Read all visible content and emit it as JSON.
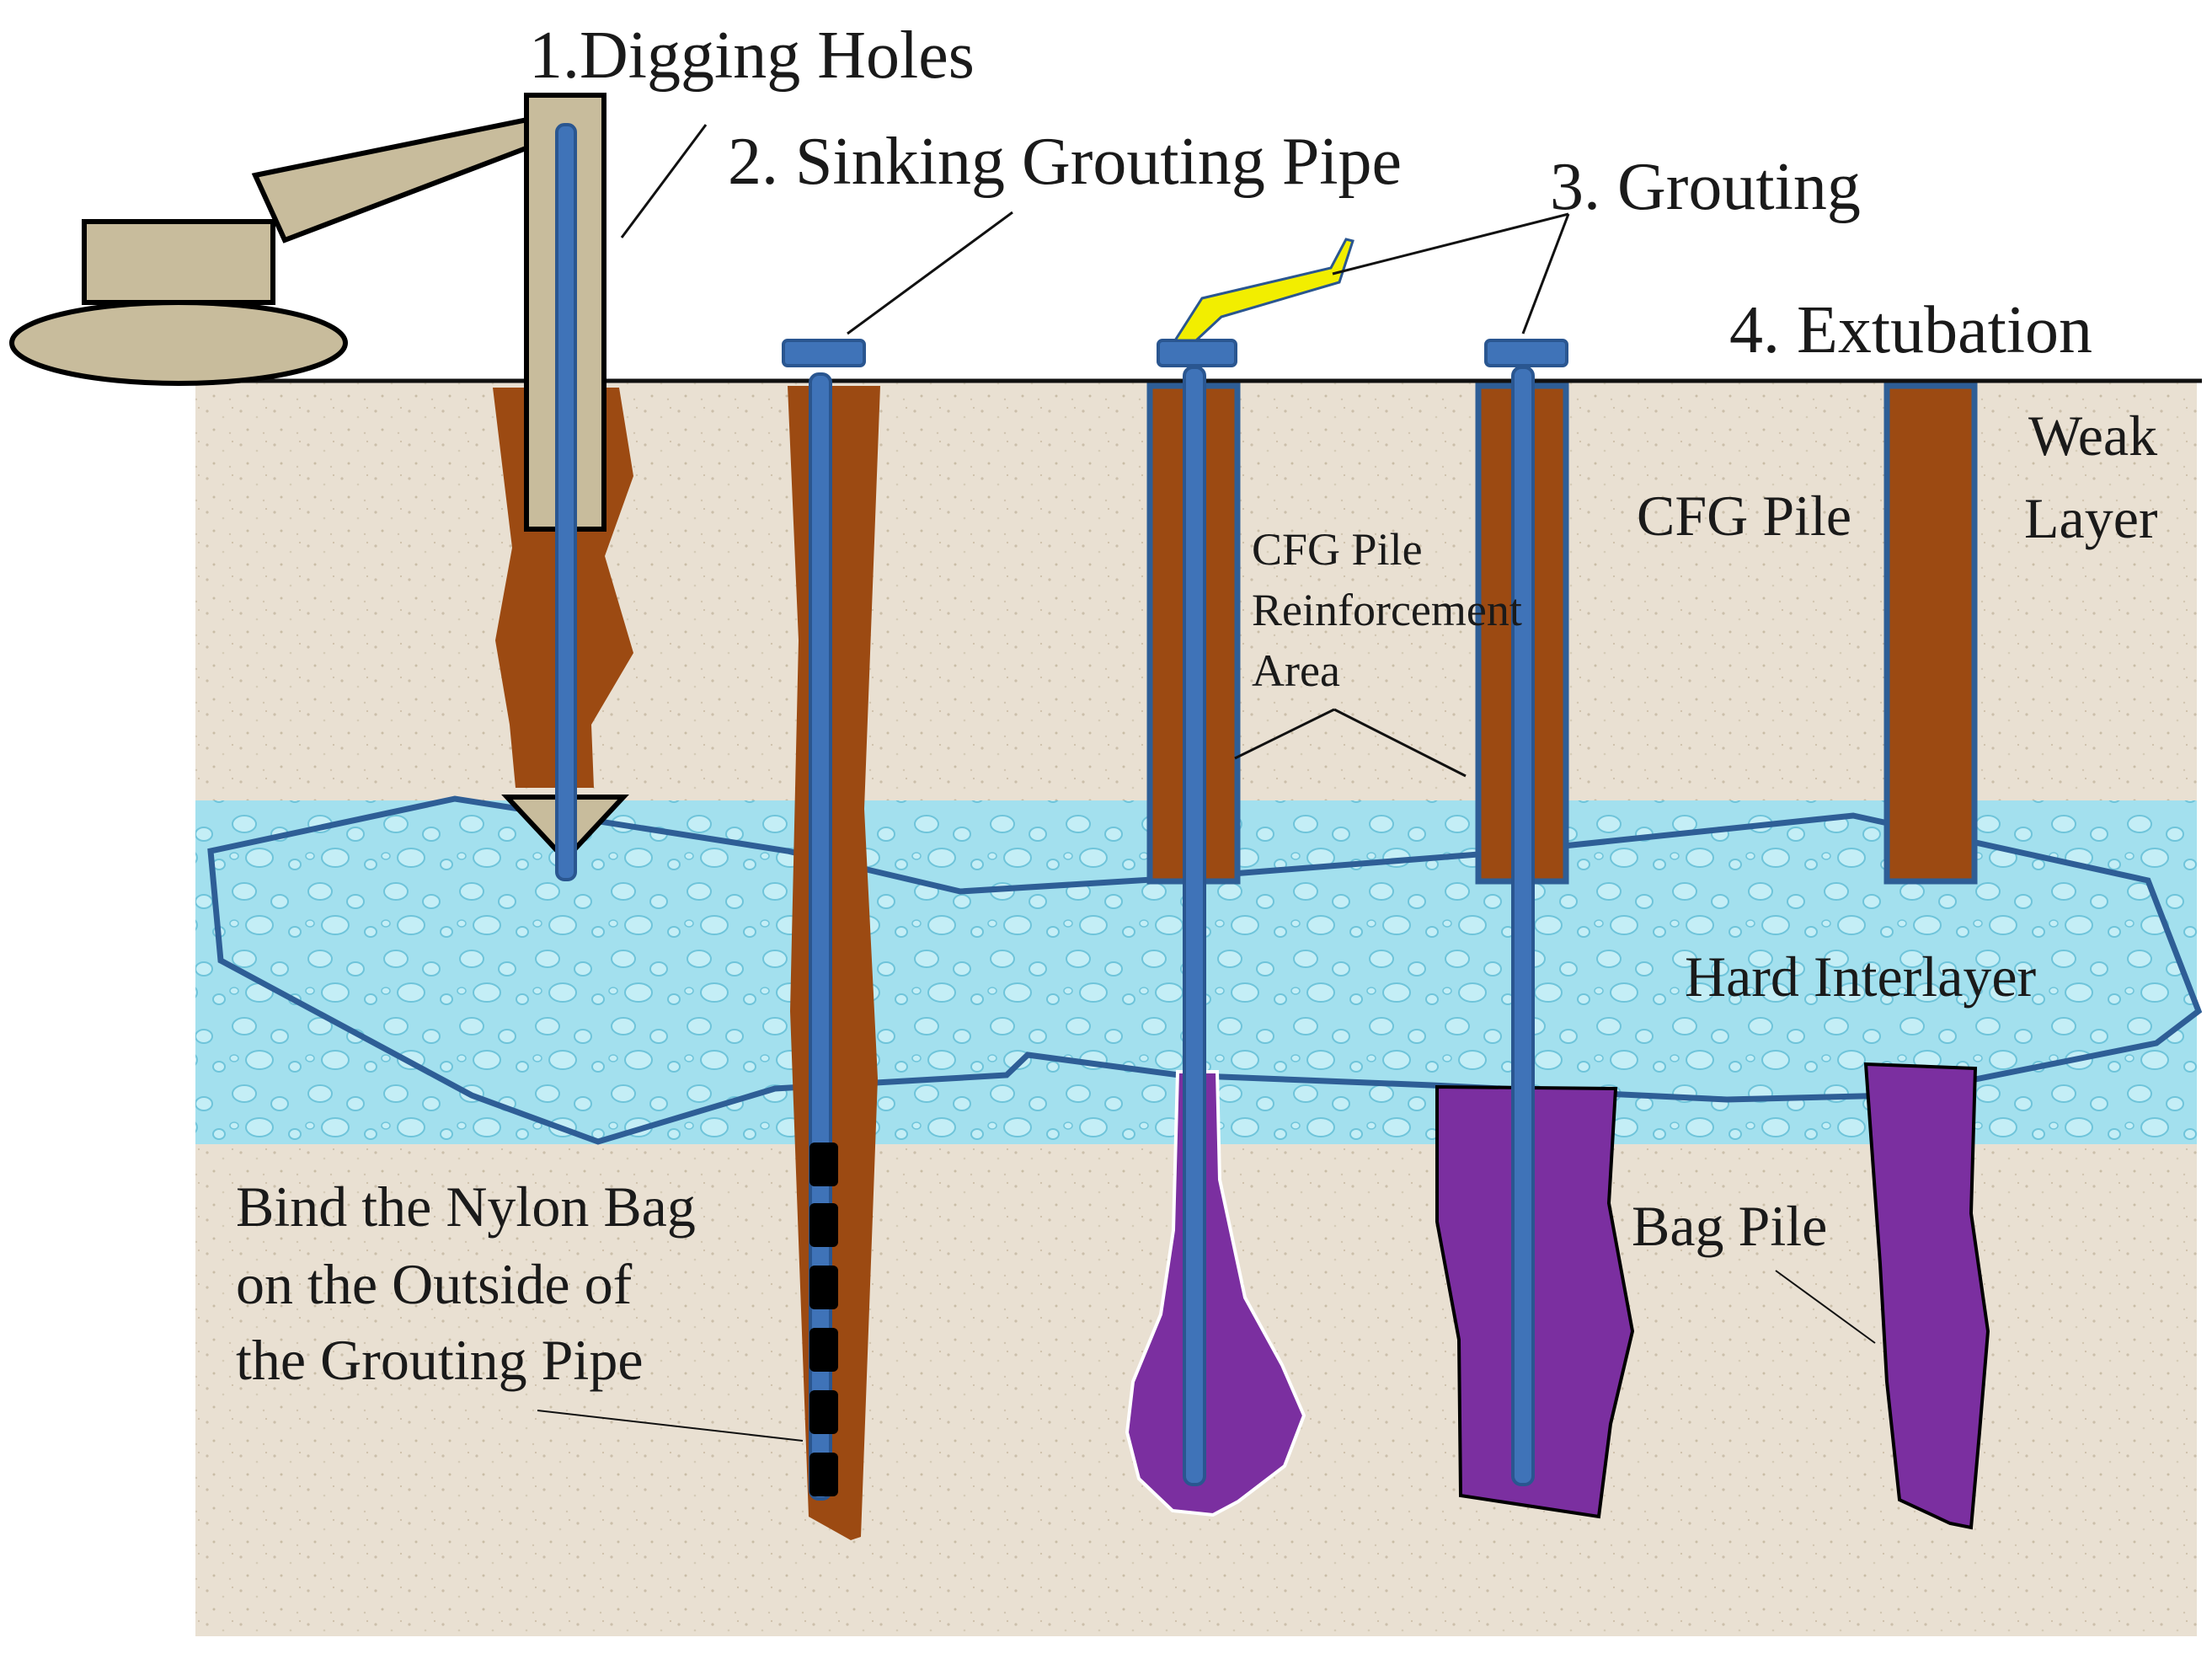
{
  "steps": {
    "step1": "1.Digging Holes",
    "step2": "2. Sinking Grouting Pipe",
    "step3": "3. Grouting",
    "step4": "4. Extubation"
  },
  "layers": {
    "weak_line1": "Weak",
    "weak_line2": "Layer",
    "hard": "Hard Interlayer"
  },
  "labels": {
    "cfg_pile": "CFG Pile",
    "reinforcement_line1": "CFG Pile",
    "reinforcement_line2": "Reinforcement",
    "reinforcement_line3": "Area",
    "bag_pile": "Bag Pile",
    "nylon_line1": "Bind the Nylon Bag",
    "nylon_line2": "on the Outside of",
    "nylon_line3": "the Grouting Pipe"
  },
  "colors": {
    "soil": "#e9e0d2",
    "cfg": "#9c4a12",
    "pipe": "#3f73b8",
    "bag": "#7b2fa0",
    "water": "#9ee1ee",
    "rig": "#c8bc9c",
    "grout_hose": "#f2ee00"
  }
}
